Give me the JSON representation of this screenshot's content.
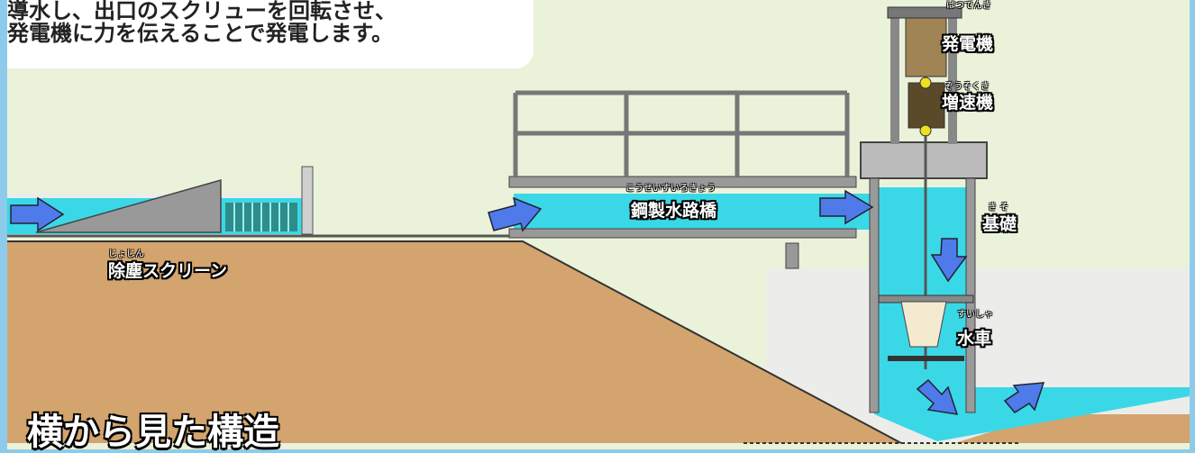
{
  "description": {
    "line1": "導水し、出口のスクリューを回転させ、",
    "line2": "発電機に力を伝えることで発電します。"
  },
  "labels": {
    "generator": {
      "text": "発電機",
      "ruby": "はつでんき"
    },
    "gearbox": {
      "text": "増速機",
      "ruby": "ぞうそくき"
    },
    "bridge": {
      "text": "鋼製水路橋",
      "ruby": "こうせいすいろきょう"
    },
    "foundation": {
      "text": "基礎",
      "ruby": "き そ"
    },
    "screen": {
      "text": "除塵スクリーン",
      "ruby": "じょじん"
    },
    "turbine": {
      "text": "水車",
      "ruby": "すいしゃ"
    }
  },
  "title": "横から見た構造",
  "colors": {
    "sky": "#8ecbea",
    "background": "#eaf3da",
    "water": "#3ad8e6",
    "soil": "#d3a46e",
    "concrete": "#e9e9e7",
    "arrow": "#4f7bea"
  },
  "icons": [
    "flow-arrow-icon"
  ]
}
